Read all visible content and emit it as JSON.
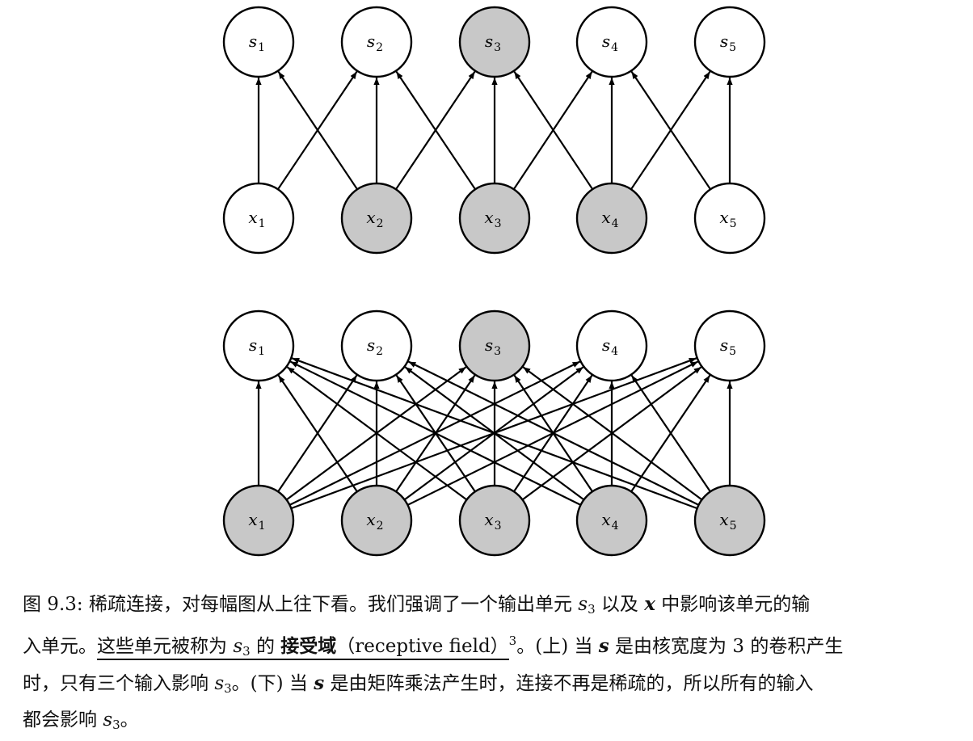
{
  "top_diagram": {
    "outputs": [
      {
        "base": "s",
        "index": "1",
        "shaded": false
      },
      {
        "base": "s",
        "index": "2",
        "shaded": false
      },
      {
        "base": "s",
        "index": "3",
        "shaded": true
      },
      {
        "base": "s",
        "index": "4",
        "shaded": false
      },
      {
        "base": "s",
        "index": "5",
        "shaded": false
      }
    ],
    "inputs": [
      {
        "base": "x",
        "index": "1",
        "shaded": false
      },
      {
        "base": "x",
        "index": "2",
        "shaded": true
      },
      {
        "base": "x",
        "index": "3",
        "shaded": true
      },
      {
        "base": "x",
        "index": "4",
        "shaded": true
      },
      {
        "base": "x",
        "index": "5",
        "shaded": false
      }
    ],
    "connectivity": "sparse-kernel-3"
  },
  "bottom_diagram": {
    "outputs": [
      {
        "base": "s",
        "index": "1",
        "shaded": false
      },
      {
        "base": "s",
        "index": "2",
        "shaded": false
      },
      {
        "base": "s",
        "index": "3",
        "shaded": true
      },
      {
        "base": "s",
        "index": "4",
        "shaded": false
      },
      {
        "base": "s",
        "index": "5",
        "shaded": false
      }
    ],
    "inputs": [
      {
        "base": "x",
        "index": "1",
        "shaded": true
      },
      {
        "base": "x",
        "index": "2",
        "shaded": true
      },
      {
        "base": "x",
        "index": "3",
        "shaded": true
      },
      {
        "base": "x",
        "index": "4",
        "shaded": true
      },
      {
        "base": "x",
        "index": "5",
        "shaded": true
      }
    ],
    "connectivity": "dense"
  },
  "colors": {
    "node_fill": "#ffffff",
    "node_shaded_fill": "#c8c8c8",
    "stroke": "#000000"
  },
  "caption": {
    "l1_a": "图 9.3: 稀疏连接，对每幅图从上往下看。我们强调了一个输出单元 ",
    "l1_s": "s",
    "l1_s_sub": "3",
    "l1_b": " 以及 ",
    "l1_x": "x",
    "l1_c": " 中影响该单元的输",
    "l2_a": "入单元。",
    "l2_u1": "这些单元被称为 ",
    "l2_s": "s",
    "l2_s_sub": "3",
    "l2_u2": " 的 ",
    "l2_bold": "接受域",
    "l2_u3": "（receptive field）",
    "l2_sup": "3",
    "l2_b": "。(上) 当 ",
    "l2_sb": "s",
    "l2_c": " 是由核宽度为 3 的卷积产生",
    "l3_a": "时，只有三个输入影响 ",
    "l3_s": "s",
    "l3_s_sub": "3",
    "l3_b": "。(下) 当 ",
    "l3_sb": "s",
    "l3_c": " 是由矩阵乘法产生时，连接不再是稀疏的，所以所有的输入",
    "l4_a": "都会影响 ",
    "l4_s": "s",
    "l4_s_sub": "3",
    "l4_b": "。"
  }
}
